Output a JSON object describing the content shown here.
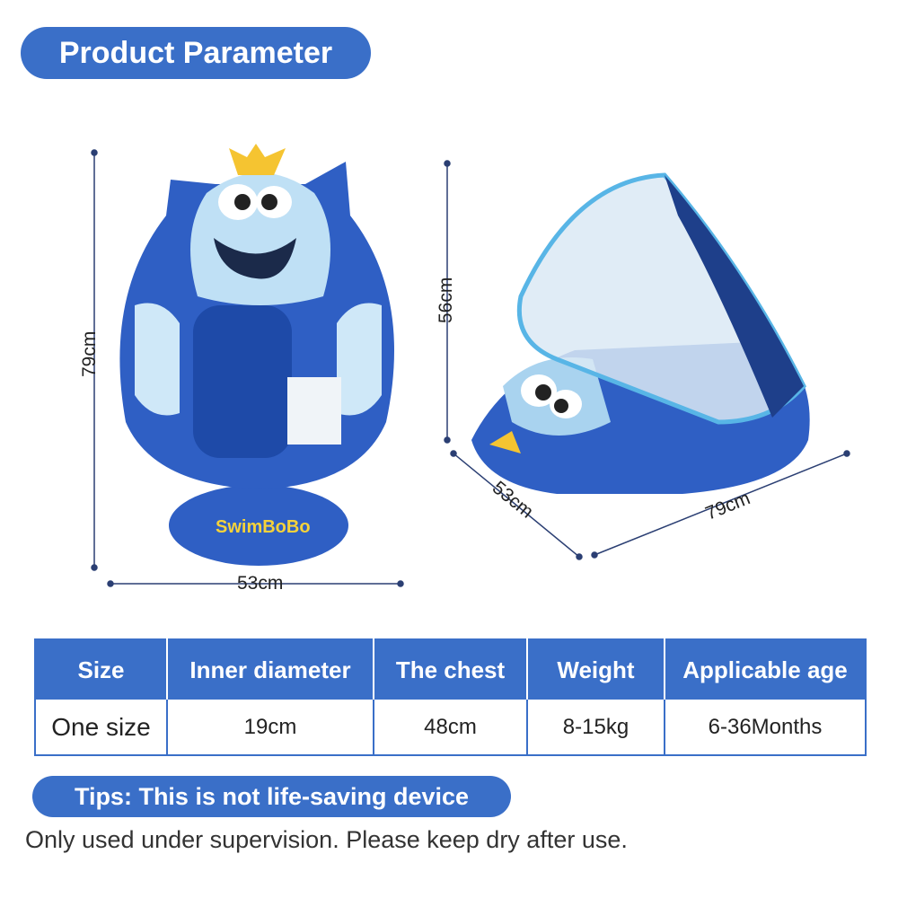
{
  "title": "Product Parameter",
  "dimensions": {
    "front_height": "79cm",
    "front_width": "53cm",
    "side_height": "56cm",
    "side_depth": "53cm",
    "side_length": "79cm"
  },
  "table": {
    "headers": [
      "Size",
      "Inner diameter",
      "The chest",
      "Weight",
      "Applicable age"
    ],
    "values": [
      "One size",
      "19cm",
      "48cm",
      "8-15kg",
      "6-36Months"
    ]
  },
  "tips": "Tips: This is not life-saving device",
  "note": "Only used under supervision. Please keep dry after use.",
  "brand": "SwimBoBo"
}
